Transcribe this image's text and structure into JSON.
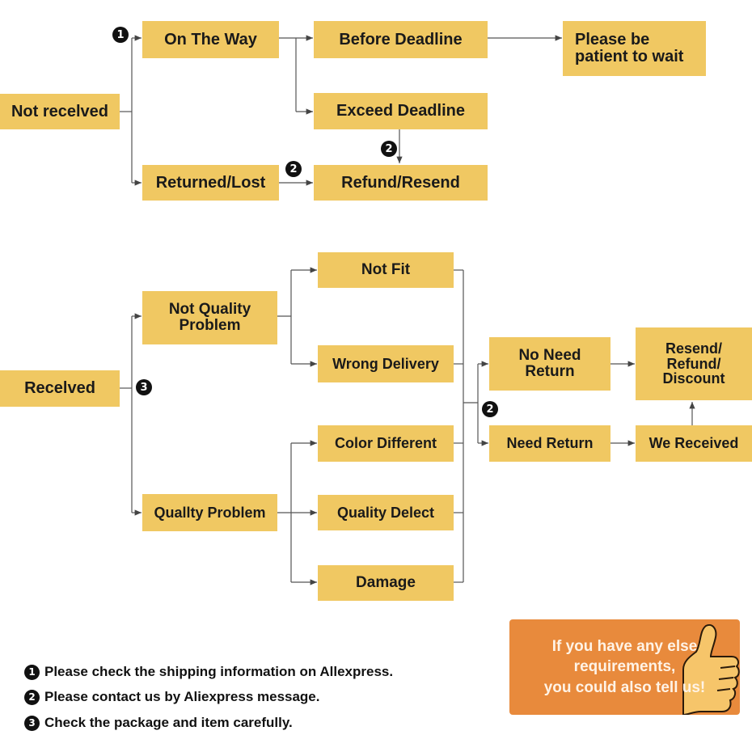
{
  "received_not": {
    "root": "Not recelved",
    "on_the_way": "On The Way",
    "before_deadline": "Before Deadline",
    "please_wait": "Please be\npatient to wait",
    "exceed_deadline": "Exceed Deadline",
    "returned_lost": "Returned/Lost",
    "refund_resend": "Refund/Resend"
  },
  "received": {
    "root": "Recelved",
    "not_quality": "Not Quality\nProblem",
    "quality": "Quallty Problem",
    "not_fit": "Not Fit",
    "wrong_delivery": "Wrong Delivery",
    "color_different": "Color Different",
    "quality_defect": "Quality Delect",
    "damage": "Damage",
    "no_need_return": "No Need\nReturn",
    "need_return": "Need Return",
    "we_received": "We Received",
    "resend_refund": "Resend/\nRefund/\nDiscount"
  },
  "badges": {
    "one": "1",
    "two": "2",
    "three": "3"
  },
  "notes": [
    "Please check the shipping information on Allexpress.",
    "Please contact us by Aliexpress message.",
    "Check the package and item carefully."
  ],
  "callout": {
    "line1": "If you have any else",
    "line2": "requirements,",
    "line3": "you could also tell us!"
  },
  "colors": {
    "box": "#f0c862",
    "callout": "#e88a3c",
    "line": "#555555"
  }
}
